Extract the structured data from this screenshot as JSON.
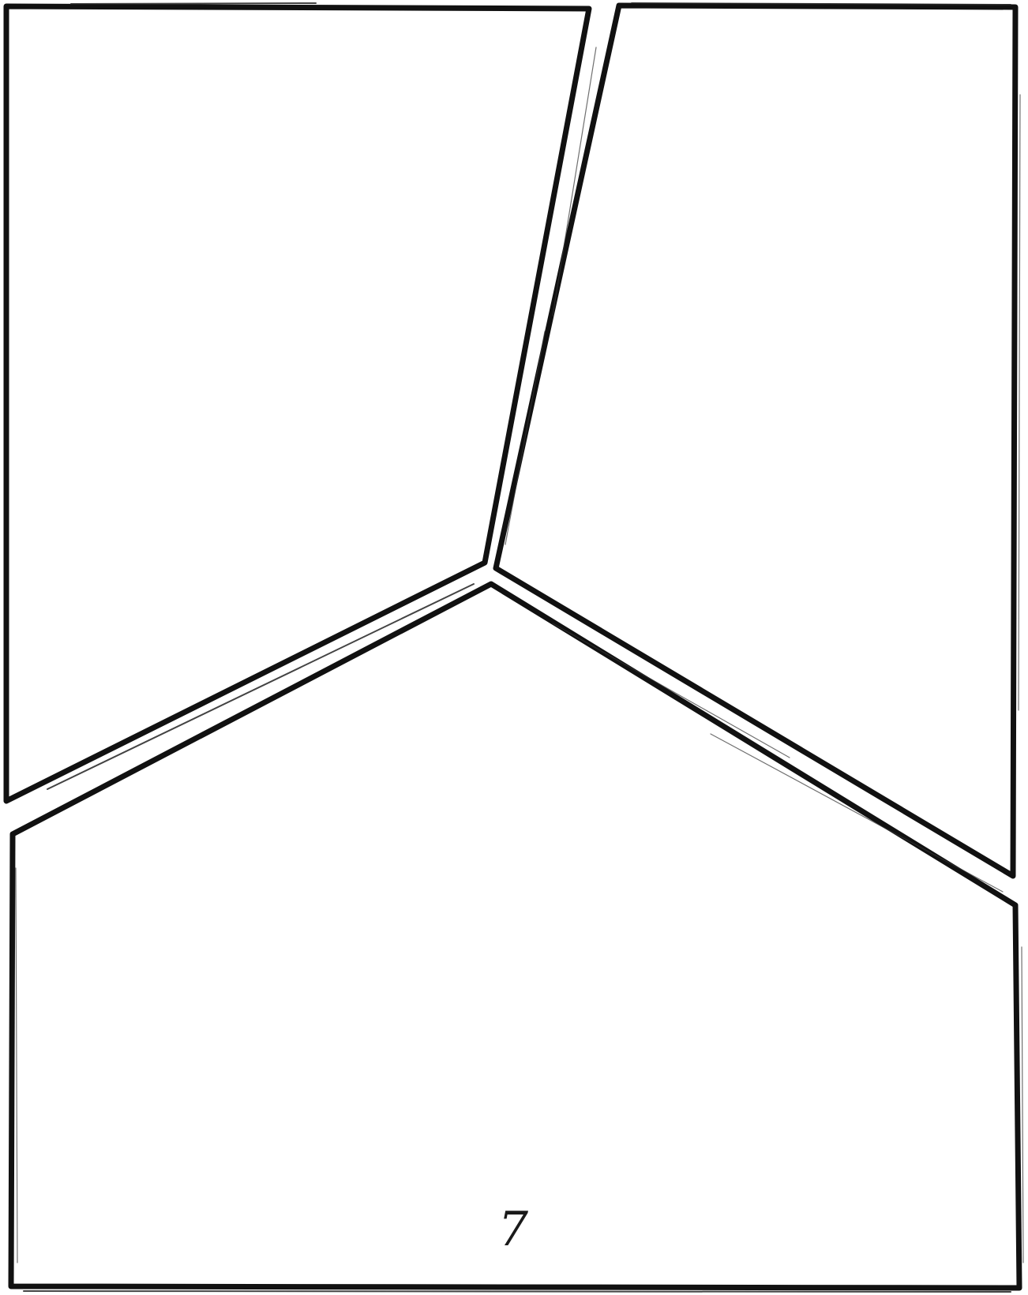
{
  "page": {
    "number": "7",
    "background_color": "#ffffff",
    "border_color": "#111111"
  },
  "panels": [
    {
      "name": "top-left-panel"
    },
    {
      "name": "top-right-panel"
    },
    {
      "name": "bottom-panel"
    }
  ]
}
